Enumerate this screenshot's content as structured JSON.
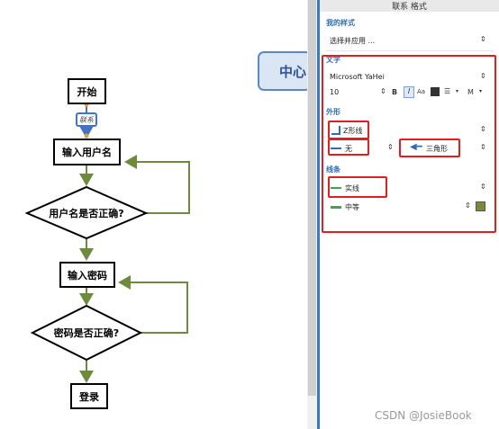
{
  "flowchart": {
    "start": "开始",
    "input_user": "输入用户名",
    "check_user": "用户名是否正确?",
    "input_pwd": "输入密码",
    "check_pwd": "密码是否正确?",
    "login": "登录",
    "connector_label": "联系",
    "central_topic": "中心"
  },
  "panel": {
    "title": "联系 格式",
    "my_styles": {
      "heading": "我的样式",
      "select_value": "选择并应用 ..."
    },
    "text": {
      "heading": "文字",
      "font": "Microsoft YaHei",
      "size": "10",
      "bold": "B",
      "italic": "I",
      "case": "Aa",
      "align": "☰",
      "weight": "M"
    },
    "shape": {
      "heading": "外形",
      "line_shape": "Z形线",
      "start_arrow": "无",
      "end_arrow": "三角形"
    },
    "line": {
      "heading": "线条",
      "pattern": "实线",
      "thickness": "中等",
      "color": "#7a8a3a"
    }
  },
  "watermark": "CSDN @JosieBook",
  "colors": {
    "flow_line": "#6e8b3d",
    "arrow_line": "#4472c4",
    "highlight": "#e02020",
    "panel_accent": "#2f6db5"
  }
}
